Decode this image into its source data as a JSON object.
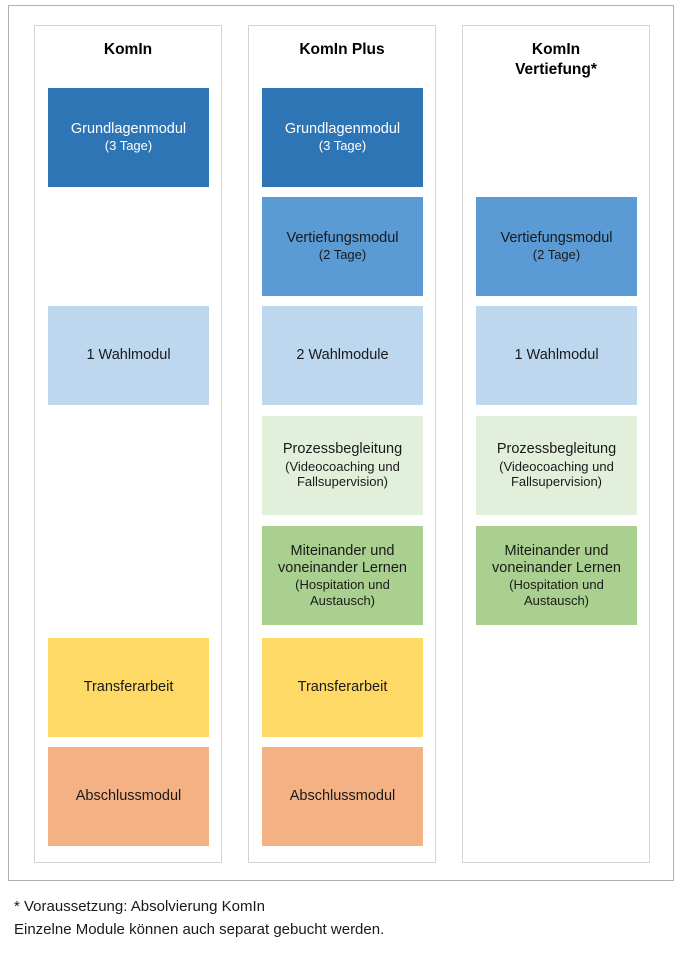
{
  "diagram": {
    "columns": [
      {
        "title": "KomIn",
        "blocks": [
          {
            "slot": 0,
            "main": "Grundlagenmodul",
            "sub": "(3 Tage)",
            "color": "darkblue",
            "name": "block-grundlagenmodul"
          },
          {
            "slot": 2,
            "main": "1 Wahlmodul",
            "sub": "",
            "color": "paleblue",
            "name": "block-wahlmodul"
          },
          {
            "slot": 5,
            "main": "Transferarbeit",
            "sub": "",
            "color": "yellow",
            "name": "block-transferarbeit"
          },
          {
            "slot": 6,
            "main": "Abschlussmodul",
            "sub": "",
            "color": "orange",
            "name": "block-abschlussmodul"
          }
        ]
      },
      {
        "title": "KomIn Plus",
        "blocks": [
          {
            "slot": 0,
            "main": "Grundlagenmodul",
            "sub": "(3 Tage)",
            "color": "darkblue",
            "name": "block-grundlagenmodul"
          },
          {
            "slot": 1,
            "main": "Vertiefungsmodul",
            "sub": "(2 Tage)",
            "color": "midblue",
            "name": "block-vertiefungsmodul"
          },
          {
            "slot": 2,
            "main": "2 Wahlmodule",
            "sub": "",
            "color": "paleblue",
            "name": "block-wahlmodule"
          },
          {
            "slot": 3,
            "main": "Prozessbegleitung",
            "sub": "(Videocoaching und\nFallsupervision)",
            "color": "palegreen",
            "name": "block-prozessbegleitung"
          },
          {
            "slot": 4,
            "main": "Miteinander und\nvoneinander Lernen",
            "sub": "(Hospitation und\nAustausch)",
            "color": "green",
            "name": "block-miteinander-lernen"
          },
          {
            "slot": 5,
            "main": "Transferarbeit",
            "sub": "",
            "color": "yellow",
            "name": "block-transferarbeit"
          },
          {
            "slot": 6,
            "main": "Abschlussmodul",
            "sub": "",
            "color": "orange",
            "name": "block-abschlussmodul"
          }
        ]
      },
      {
        "title": "KomIn\nVertiefung*",
        "blocks": [
          {
            "slot": 1,
            "main": "Vertiefungsmodul",
            "sub": "(2 Tage)",
            "color": "midblue",
            "name": "block-vertiefungsmodul"
          },
          {
            "slot": 2,
            "main": "1 Wahlmodul",
            "sub": "",
            "color": "paleblue",
            "name": "block-wahlmodul"
          },
          {
            "slot": 3,
            "main": "Prozessbegleitung",
            "sub": "(Videocoaching und\nFallsupervision)",
            "color": "palegreen",
            "name": "block-prozessbegleitung"
          },
          {
            "slot": 4,
            "main": "Miteinander und\nvoneinander Lernen",
            "sub": "(Hospitation und\nAustausch)",
            "color": "green",
            "name": "block-miteinander-lernen"
          }
        ]
      }
    ]
  },
  "footnotes": [
    "* Voraussetzung: Absolvierung KomIn",
    "Einzelne Module können auch separat gebucht werden."
  ],
  "colors": {
    "darkblue": "#2E75B6",
    "midblue": "#5B9BD5",
    "paleblue": "#BDD7EE",
    "palegreen": "#E2EFDA",
    "green": "#A9D08E",
    "yellow": "#FFD966",
    "orange": "#F4B183",
    "frame_border": "#b0b0b0",
    "card_border": "#d4d4d4"
  }
}
